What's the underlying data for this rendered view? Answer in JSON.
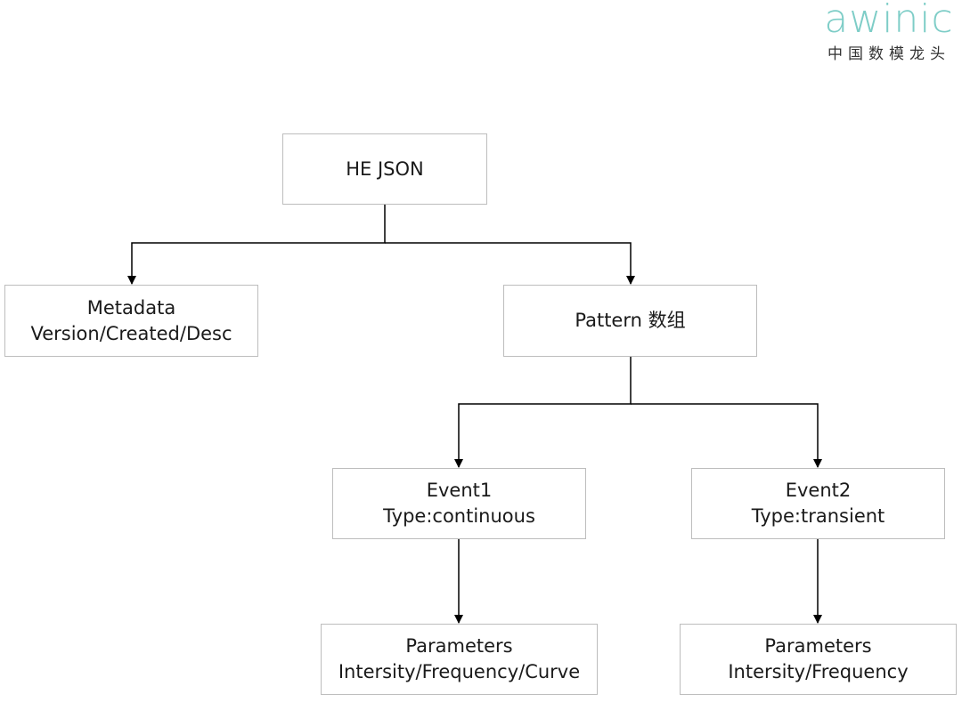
{
  "logo": {
    "wordmark": "awinic",
    "subtitle": "中国数模龙头",
    "color": "#7ecdc7"
  },
  "diagram": {
    "nodes": {
      "root": {
        "line1": "HE JSON"
      },
      "metadata": {
        "line1": "Metadata",
        "line2": "Version/Created/Desc"
      },
      "pattern": {
        "line1": "Pattern 数组"
      },
      "event1": {
        "line1": "Event1",
        "line2": "Type:continuous"
      },
      "event2": {
        "line1": "Event2",
        "line2": "Type:transient"
      },
      "params1": {
        "line1": "Parameters",
        "line2": "Intersity/Frequency/Curve"
      },
      "params2": {
        "line1": "Parameters",
        "line2": "Intersity/Frequency"
      }
    },
    "edges": [
      {
        "from": "root",
        "to": "metadata"
      },
      {
        "from": "root",
        "to": "pattern"
      },
      {
        "from": "pattern",
        "to": "event1"
      },
      {
        "from": "pattern",
        "to": "event2"
      },
      {
        "from": "event1",
        "to": "params1"
      },
      {
        "from": "event2",
        "to": "params2"
      }
    ],
    "line_color": "#000000",
    "border_color": "#bdbdbd"
  }
}
